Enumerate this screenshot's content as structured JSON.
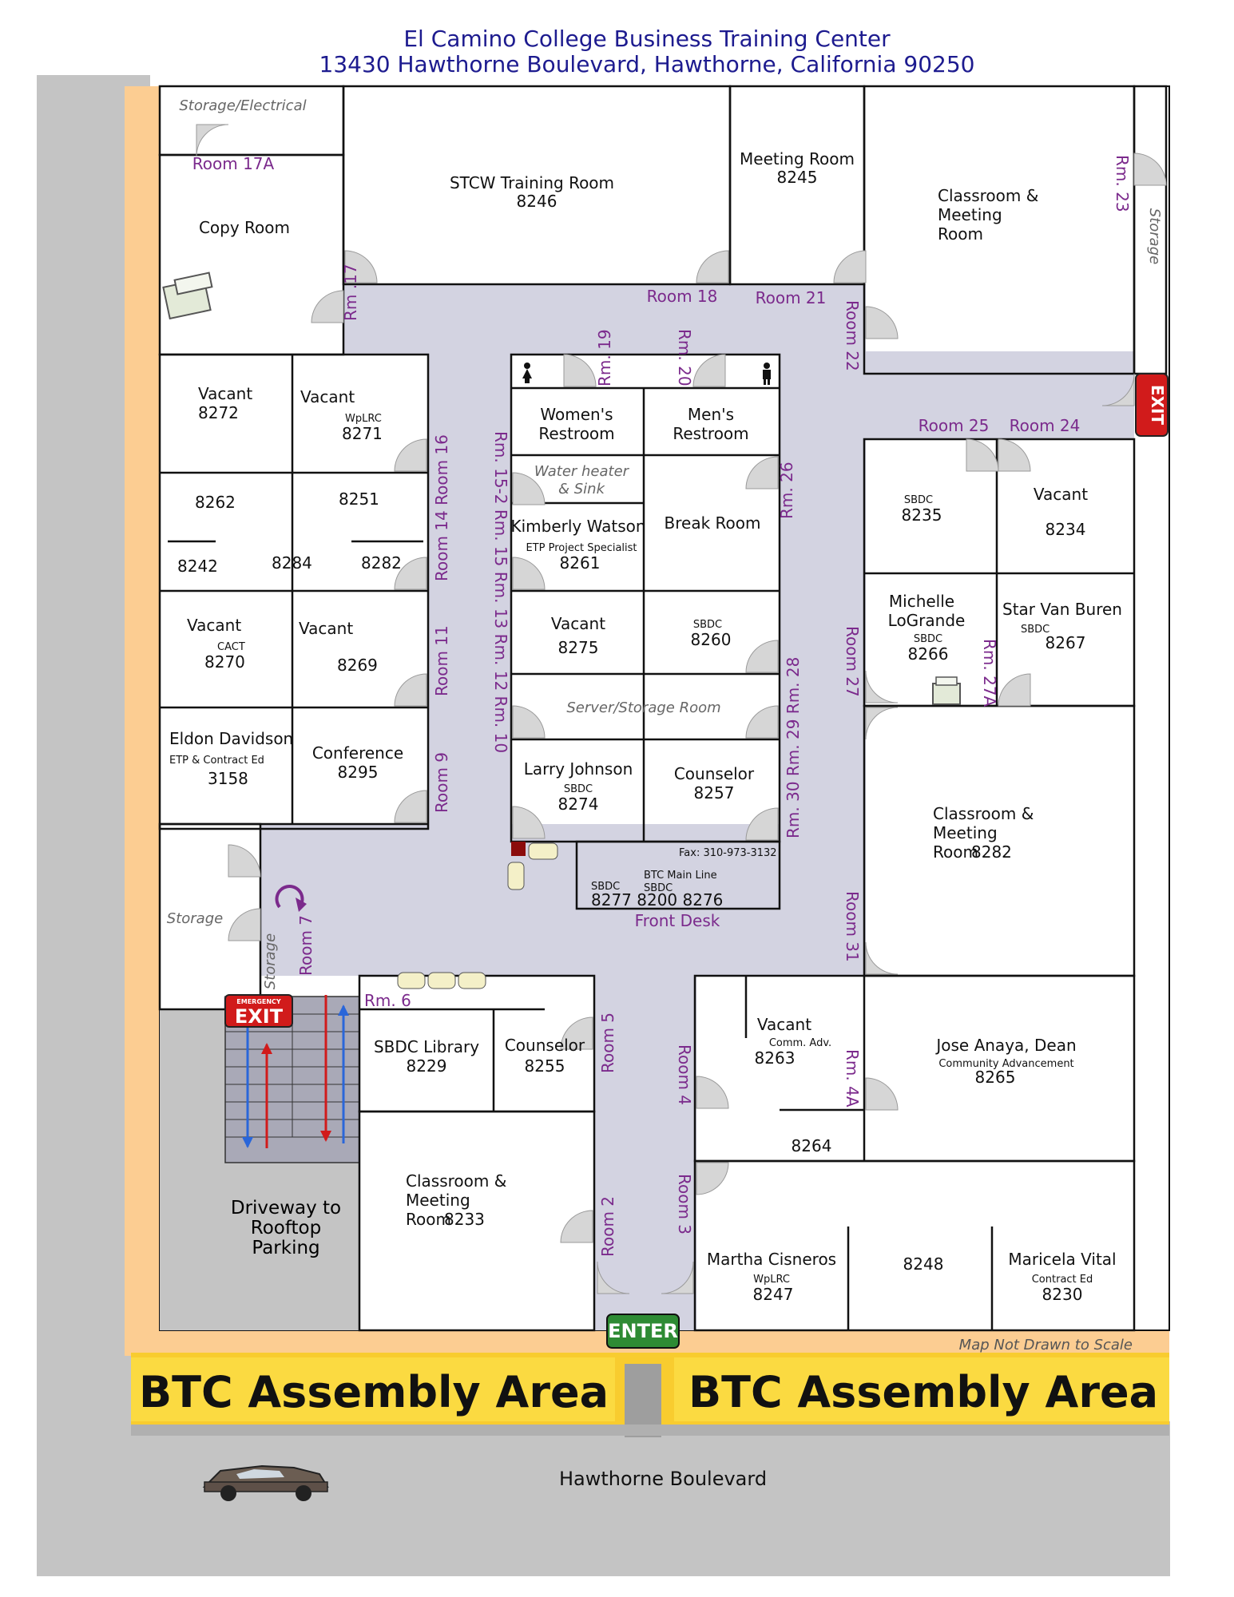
{
  "header": {
    "line1": "El Camino College Business Training Center",
    "line2": "13430 Hawthorne Boulevard, Hawthorne, California 90250"
  },
  "rooms": {
    "storage_electrical": "Storage/Electrical",
    "copy_room": "Copy Room",
    "stcw_name": "STCW Training Room",
    "stcw_ext": "8246",
    "meeting_name": "Meeting Room",
    "meeting_ext": "8245",
    "classroom_ne_1": "Classroom    &",
    "classroom_ne_2": "Meeting",
    "classroom_ne_3": "Room",
    "storage_e": "Storage",
    "vacant_8272_a": "Vacant",
    "vacant_8272_b": "8272",
    "vacant_8271_a": "Vacant",
    "vacant_8271_wp": "WpLRC",
    "vacant_8271_b": "8271",
    "r8262": "8262",
    "r8251": "8251",
    "r8242": "8242",
    "r8284": "8284",
    "r8282a": "8282",
    "vacant_8270_a": "Vacant",
    "vacant_8270_cact": "CACT",
    "vacant_8270_b": "8270",
    "vacant_8269_a": "Vacant",
    "vacant_8269_b": "8269",
    "eldon_name": "Eldon Davidson",
    "eldon_sub": "ETP & Contract Ed",
    "eldon_ext": "3158",
    "conf_name": "Conference",
    "conf_ext": "8295",
    "storage_w": "Storage",
    "storage_small": "Storage",
    "womens_1": "Women's",
    "womens_2": "Restroom",
    "mens_1": "Men's",
    "mens_2": "Restroom",
    "water_1": "Water heater",
    "water_2": "& Sink",
    "kim_name": "Kimberly Watson",
    "kim_sub": "ETP Project Specialist",
    "kim_ext": "8261",
    "break_room": "Break Room",
    "vacant_8275_a": "Vacant",
    "vacant_8275_b": "8275",
    "sbdc_8260_sub": "SBDC",
    "sbdc_8260_ext": "8260",
    "server_room": "Server/Storage Room",
    "larry_name": "Larry Johnson",
    "larry_sub": "SBDC",
    "larry_ext": "8274",
    "counselor_8257_a": "Counselor",
    "counselor_8257_b": "8257",
    "fax": "Fax: 310-973-3132",
    "btc_main": "BTC Main Line",
    "fd_sbdc1": "SBDC",
    "fd_sbdc2": "SBDC",
    "fd_exts": "8277 8200 8276",
    "front_desk": "Front Desk",
    "sbdc_8235_sub": "SBDC",
    "sbdc_8235_ext": "8235",
    "vacant_8234_a": "Vacant",
    "vacant_8234_b": "8234",
    "michelle_1": "Michelle",
    "michelle_2": "LoGrande",
    "michelle_sub": "SBDC",
    "michelle_ext": "8266",
    "star_name": "Star Van Buren",
    "star_sub": "SBDC",
    "star_ext": "8267",
    "classroom_e_1": "Classroom    &",
    "classroom_e_2": "Meeting",
    "classroom_e_3": "Room",
    "classroom_e_ext": "8282",
    "sbdc_lib_name": "SBDC Library",
    "sbdc_lib_ext": "8229",
    "counselor_8255_a": "Counselor",
    "counselor_8255_b": "8255",
    "vacant_8263_a": "Vacant",
    "vacant_8263_sub": "Comm. Adv.",
    "vacant_8263_b": "8263",
    "r8264": "8264",
    "jose_name": "Jose Anaya, Dean",
    "jose_sub": "Community Advancement",
    "jose_ext": "8265",
    "classroom_s_1": "Classroom    &",
    "classroom_s_2": "Meeting",
    "classroom_s_3": "Room",
    "classroom_s_ext": "8233",
    "driveway_1": "Driveway to",
    "driveway_2": "Rooftop",
    "driveway_3": "Parking",
    "martha_name": "Martha Cisneros",
    "martha_sub": "WpLRC",
    "martha_ext": "8247",
    "r8248": "8248",
    "maricela_name": "Maricela Vital",
    "maricela_sub": "Contract Ed",
    "maricela_ext": "8230"
  },
  "room_numbers": {
    "r17a": "Room 17A",
    "r17": "Rm .17",
    "r18": "Room 18",
    "r21": "Room 21",
    "r22": "Room 22",
    "r23": "Rm. 23",
    "r19": "Rm. 19",
    "r20": "Rm. 20",
    "r25": "Room 25",
    "r24": "Room 24",
    "r16": "Room 14 Room 16",
    "r15": "Rm. 15-2 Rm. 15 Rm. 13 Rm. 12 Rm. 10",
    "r26": "Rm. 26",
    "r11": "Room 11",
    "r9": "Room 9",
    "r27": "Room 27",
    "r27a": "Rm. 27A",
    "r28": "Rm. 30 Rm. 29 Rm. 28",
    "r31": "Room 31",
    "r7": "Room 7",
    "r6": "Rm. 6",
    "r5": "Room 5",
    "r4": "Room 4",
    "r4a": "Rm. 4A",
    "r3": "Room 3",
    "r2": "Room 2"
  },
  "signs": {
    "emergency": "EMERGENCY",
    "exit": "EXIT",
    "enter": "ENTER"
  },
  "footer": {
    "not_to_scale": "Map Not Drawn to Scale",
    "assembly_left": "BTC Assembly Area",
    "assembly_right": "BTC Assembly Area",
    "street": "Hawthorne Boulevard"
  },
  "colors": {
    "hallway": "#d3d3e1",
    "walkway": "#fccd92",
    "assembly": "#f8cc2f",
    "room_number": "#7b2a8c",
    "header": "#1d1b8f",
    "exit_red": "#d11b1b",
    "enter_green": "#2e8b34"
  }
}
